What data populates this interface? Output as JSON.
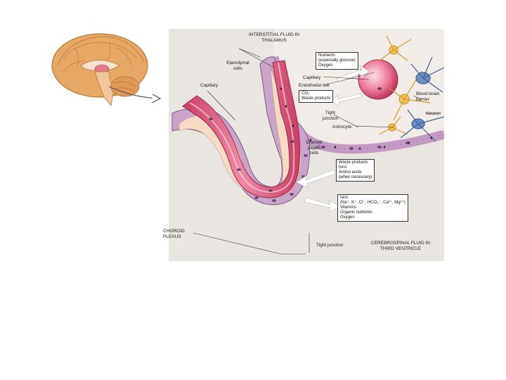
{
  "labels": {
    "isf_title_1": "INTERSTITIAL FLUID IN",
    "isf_title_2": "THALAMUS",
    "ependymal_1": "Ependymal",
    "ependymal_2": "cells",
    "capillary_left": "Capillary",
    "capillary_top": "Capillary",
    "endothelial": "Endothelial cell",
    "tight_junction_upper_1": "Tight",
    "tight_junction_upper_2": "junction",
    "astrocyte": "Astrocyte",
    "bbb_1": "Blood-brain",
    "bbb_2": "barrier",
    "neuron": "Neuron",
    "choroid_cells_1": "Choroid",
    "choroid_cells_2": "plexus",
    "choroid_cells_3": "cells",
    "choroid_plexus_1": "CHOROID",
    "choroid_plexus_2": "PLEXUS",
    "tight_junction_lower": "Tight junction",
    "csf_1": "CEREBROSPINAL FLUID IN",
    "csf_2": "THIRD VENTRICLE"
  },
  "boxes": {
    "nutrients": [
      "Nutrients",
      "(especially glucose)",
      "Oxygen"
    ],
    "waste_top": [
      "CO₂",
      "Waste products"
    ],
    "waste_lower": [
      "Waste products",
      "Ions",
      "Amino acids",
      "(when necessary)"
    ],
    "ions": [
      "Ions",
      "(Na⁺, K⁺, Cl⁻, HCO₃⁻, Ca²⁺, Mg²⁺)",
      "Vitamins",
      "Organic nutrients",
      "Oxygen"
    ]
  },
  "colors": {
    "panel_bg": "#e9e6e2",
    "interstitial": "#f0ebe6",
    "choroid_cell": "#c39ac4",
    "vessel": "#e0557a",
    "vessel_light": "#f4a3b5",
    "stroma": "#f6dcc6",
    "brain": "#e8a865",
    "astrocyte": "#e8b850",
    "neuron": "#5d7fb5"
  }
}
